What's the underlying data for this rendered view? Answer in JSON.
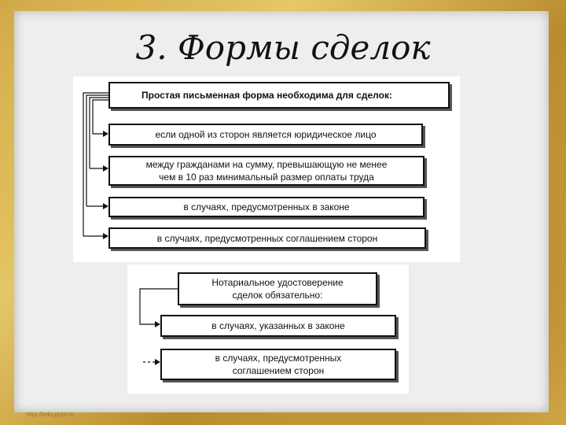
{
  "title": "3. Формы сделок",
  "simple_written": {
    "header": "Простая письменная форма необходима для сделок:",
    "items": [
      "если одной из сторон является юридическое лицо",
      "между гражданами на сумму, превышающую не менее чем в 10 раз минимальный размер оплаты труда",
      "в случаях, предусмотренных в законе",
      "в случаях, предусмотренных соглашением сторон"
    ]
  },
  "notarial": {
    "header": "Нотариальное удостоверение сделок обязательно:",
    "items": [
      "в случаях, указанных в законе",
      "в случаях, предусмотренных соглашением сторон"
    ]
  },
  "watermark": "http://edu.pptx.ru"
}
